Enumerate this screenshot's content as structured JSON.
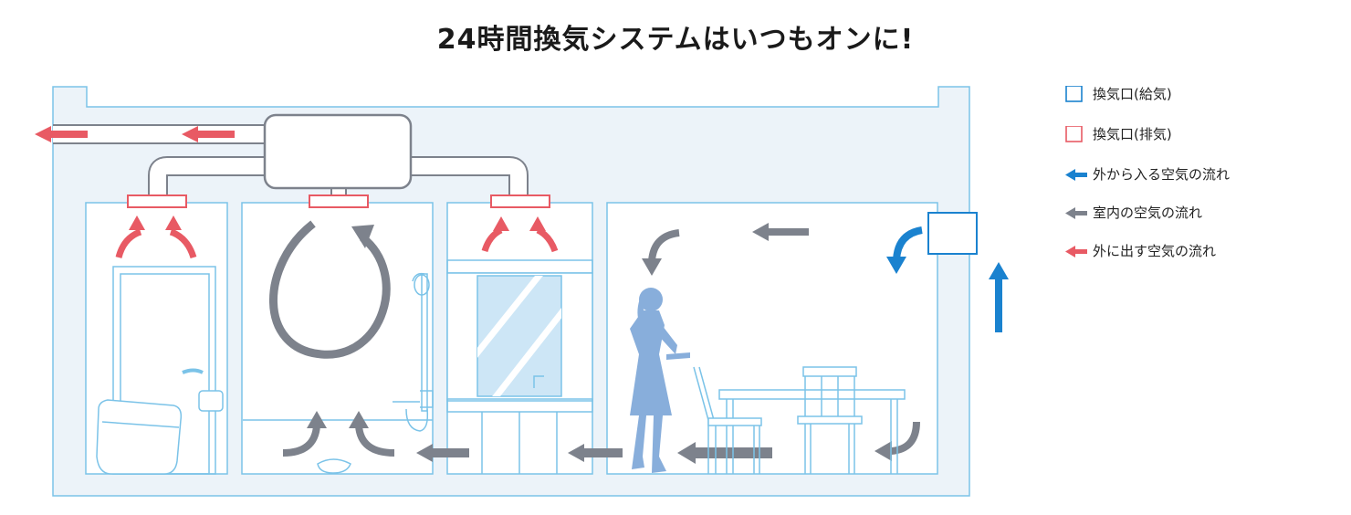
{
  "title": "24時間換気システムはいつもオンに!",
  "colors": {
    "supply_blue": "#1a82cf",
    "indoor_gray": "#7d828c",
    "exhaust_red": "#e85a64",
    "wall_blue": "#7bc3e8",
    "house_fill": "#ecf3f9",
    "figure_blue": "#88aedb"
  },
  "legend": {
    "vent_supply": {
      "label": "換気口(給気)",
      "icon": "blue-square-outline-icon"
    },
    "vent_exhaust": {
      "label": "換気口(排気)",
      "icon": "red-square-outline-icon"
    },
    "flow_outside_in": {
      "label": "外から入る空気の流れ",
      "icon": "blue-arrow-left-icon"
    },
    "flow_indoor": {
      "label": "室内の空気の流れ",
      "icon": "gray-arrow-left-icon"
    },
    "flow_exhaust": {
      "label": "外に出す空気の流れ",
      "icon": "red-arrow-left-icon"
    }
  }
}
